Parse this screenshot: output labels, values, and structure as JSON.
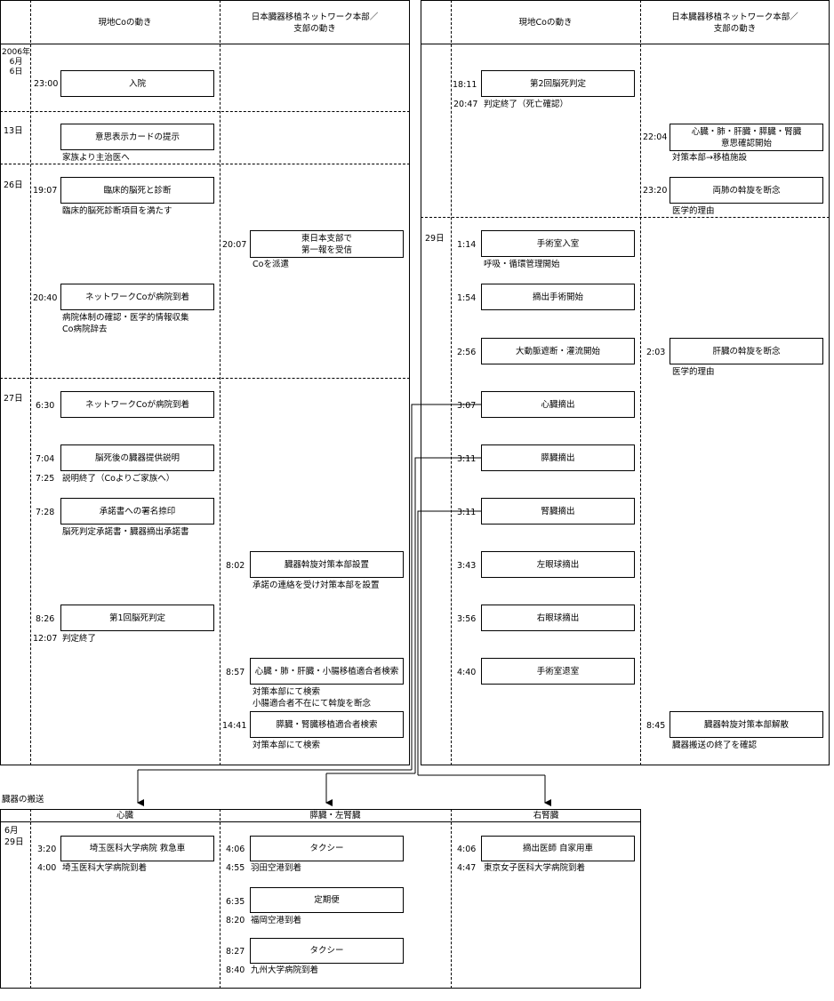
{
  "left": {
    "header_co": "現地Coの動き",
    "header_hq": "日本臓器移植ネットワーク本部／\n支部の動き",
    "days": [
      {
        "date": "2006年\n6月\n6日"
      },
      {
        "date": "13日"
      },
      {
        "date": "26日"
      },
      {
        "date": "27日"
      }
    ],
    "co_events": [
      {
        "time": "23:00",
        "box": "入院",
        "note": ""
      },
      {
        "time": "",
        "box": "意思表示カードの提示",
        "note": "家族より主治医へ"
      },
      {
        "time": "19:07",
        "box": "臨床的脳死と診断",
        "note": "臨床的脳死診断項目を満たす"
      },
      {
        "time": "20:40",
        "box": "ネットワークCoが病院到着",
        "note": "病院体制の確認・医学的情報収集\nCo病院辞去"
      },
      {
        "time": "6:30",
        "box": "ネットワークCoが病院到着",
        "note": ""
      },
      {
        "time": "7:04",
        "box": "脳死後の臓器提供説明",
        "note": ""
      },
      {
        "time": "7:25",
        "box": "",
        "note": "説明終了（Coよりご家族へ）"
      },
      {
        "time": "7:28",
        "box": "承諾書への署名捺印",
        "note": "脳死判定承諾書・臓器摘出承諾書"
      },
      {
        "time": "8:26",
        "box": "第1回脳死判定",
        "note": ""
      },
      {
        "time": "12:07",
        "box": "",
        "note": "判定終了"
      }
    ],
    "hq_events": [
      {
        "time": "20:07",
        "box": "東日本支部で\n第一報を受信",
        "note": "Coを派遣"
      },
      {
        "time": "8:02",
        "box": "臓器斡旋対策本部設置",
        "note": "承諾の連絡を受け対策本部を設置"
      },
      {
        "time": "8:57",
        "box": "心臓・肺・肝臓・小腸移植適合者検索",
        "note": "対策本部にて検索\n小腸適合者不在にて斡旋を断念"
      },
      {
        "time": "14:41",
        "box": "膵臓・腎臓移植適合者検索",
        "note": "対策本部にて検索"
      }
    ]
  },
  "right": {
    "header_co": "現地Coの動き",
    "header_hq": "日本臓器移植ネットワーク本部／\n支部の動き",
    "day29": "29日",
    "co_events": [
      {
        "time": "18:11",
        "box": "第2回脳死判定",
        "note": ""
      },
      {
        "time": "20:47",
        "box": "",
        "note": "判定終了（死亡確認）"
      },
      {
        "time": "1:14",
        "box": "手術室入室",
        "note": "呼吸・循環管理開始"
      },
      {
        "time": "1:54",
        "box": "摘出手術開始",
        "note": ""
      },
      {
        "time": "2:56",
        "box": "大動脈遮断・灌流開始",
        "note": ""
      },
      {
        "time": "3:07",
        "box": "心臓摘出",
        "note": ""
      },
      {
        "time": "3:11",
        "box": "膵臓摘出",
        "note": ""
      },
      {
        "time": "3:11",
        "box": "腎臓摘出",
        "note": ""
      },
      {
        "time": "3:43",
        "box": "左眼球摘出",
        "note": ""
      },
      {
        "time": "3:56",
        "box": "右眼球摘出",
        "note": ""
      },
      {
        "time": "4:40",
        "box": "手術室退室",
        "note": ""
      }
    ],
    "hq_events": [
      {
        "time": "22:04",
        "box": "心臓・肺・肝臓・膵臓・腎臓\n意思確認開始",
        "note": "対策本部→移植施設"
      },
      {
        "time": "23:20",
        "box": "両肺の斡旋を断念",
        "note": "医学的理由"
      },
      {
        "time": "2:03",
        "box": "肝臓の斡旋を断念",
        "note": "医学的理由"
      },
      {
        "time": "8:45",
        "box": "臓器斡旋対策本部解散",
        "note": "臓器搬送の終了を確認"
      }
    ]
  },
  "transport": {
    "title": "臓器の搬送",
    "date": "6月\n29日",
    "columns": [
      "心臓",
      "膵臓・左腎臓",
      "右腎臓"
    ],
    "heart": [
      {
        "time": "3:20",
        "box": "埼玉医科大学病院  救急車"
      },
      {
        "time": "4:00",
        "note": "埼玉医科大学病院到着"
      }
    ],
    "pancreas": [
      {
        "time": "4:06",
        "box": "タクシー"
      },
      {
        "time": "4:55",
        "note": "羽田空港到着"
      },
      {
        "time": "6:35",
        "box": "定期便"
      },
      {
        "time": "8:20",
        "note": "福岡空港到着"
      },
      {
        "time": "8:27",
        "box": "タクシー"
      },
      {
        "time": "8:40",
        "note": "九州大学病院到着"
      }
    ],
    "kidney": [
      {
        "time": "4:06",
        "box": "摘出医師  自家用車"
      },
      {
        "time": "4:47",
        "note": "東京女子医科大学病院到着"
      }
    ]
  }
}
